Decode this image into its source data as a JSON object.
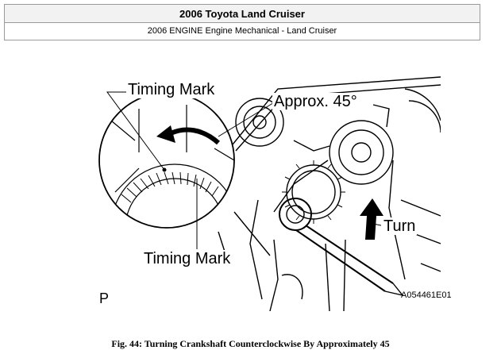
{
  "header": {
    "title": "2006 Toyota Land Cruiser",
    "subtitle": "2006 ENGINE Engine Mechanical - Land Cruiser"
  },
  "figure": {
    "labels": {
      "timing_mark_top": "Timing Mark",
      "approx": "Approx. 45°",
      "turn": "Turn",
      "timing_mark_bottom": "Timing Mark"
    },
    "view_letter": "P",
    "reference": "A054461E01"
  },
  "caption": "Fig. 44: Turning Crankshaft Counterclockwise By Approximately 45"
}
